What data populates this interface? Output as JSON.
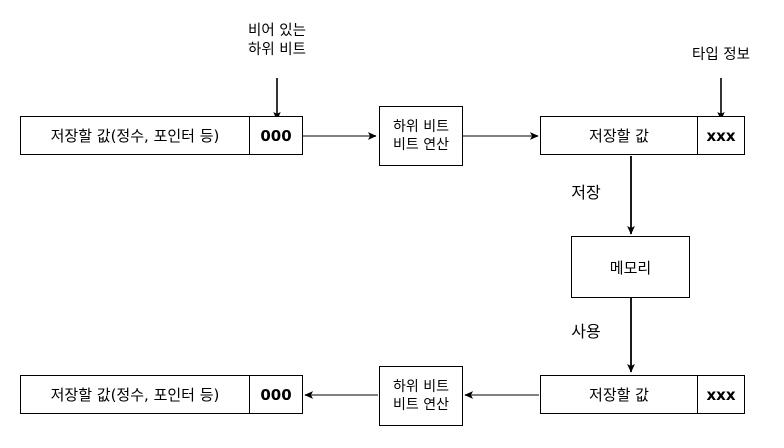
{
  "diagram": {
    "title": "tagged pointer storage flow",
    "colors": {
      "stroke": "#000000",
      "connector": "#808080",
      "background": "#ffffff"
    },
    "nodes": {
      "top_value_box": {
        "main": "저장할 값(정수, 포인터 등)",
        "tag": "000"
      },
      "top_bitop_box": {
        "line1": "하위 비트",
        "line2": "비트 연산"
      },
      "top_tagged_box": {
        "main": "저장할 값",
        "tag": "xxx"
      },
      "memory_box": {
        "main": "메모리"
      },
      "bottom_tagged_box": {
        "main": "저장할 값",
        "tag": "xxx"
      },
      "bottom_bitop_box": {
        "line1": "하위 비트",
        "line2": "비트 연산"
      },
      "bottom_value_box": {
        "main": "저장할 값(정수, 포인터 등)",
        "tag": "000"
      }
    },
    "annotations": {
      "empty_low_bits": {
        "line1": "비어 있는",
        "line2": "하위 비트"
      },
      "type_info": {
        "line1": "타입 정보"
      },
      "store": "저장",
      "use": "사용"
    }
  }
}
